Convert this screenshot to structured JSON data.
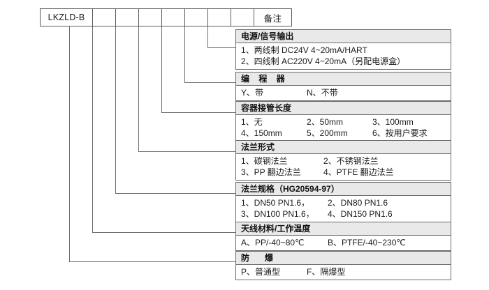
{
  "code_table": {
    "cells": [
      {
        "label": "LKZLD-B",
        "type": "model"
      },
      {
        "label": "",
        "type": "blank"
      },
      {
        "label": "",
        "type": "blank"
      },
      {
        "label": "",
        "type": "blank"
      },
      {
        "label": "",
        "type": "blank"
      },
      {
        "label": "",
        "type": "blank"
      },
      {
        "label": "",
        "type": "blank"
      },
      {
        "label": "",
        "type": "blank"
      },
      {
        "label": "备注",
        "type": "remark"
      }
    ]
  },
  "blocks": [
    {
      "title": "电源/信号输出",
      "spaced": false,
      "rows": [
        [
          "1、两线制  DC24V 4~20mA/HART"
        ],
        [
          "2、四线制 AC220V 4~20mA（另配电源盒）"
        ]
      ]
    },
    {
      "title": "编 程 器",
      "spaced": true,
      "rows": [
        [
          "Y、带",
          "N、不带"
        ]
      ]
    },
    {
      "title": "容器接管长度",
      "spaced": false,
      "rows": [
        [
          "1、无",
          "2、50mm",
          "3、100mm"
        ],
        [
          "4、150mm",
          "5、200mm",
          "6、按用户要求"
        ]
      ]
    },
    {
      "title": "法兰形式",
      "spaced": false,
      "rows": [
        [
          "1、碳钢法兰",
          "2、不锈钢法兰"
        ],
        [
          "3、PP 翻边法兰",
          "4、PTFE 翻边法兰"
        ]
      ]
    },
    {
      "title": "法兰规格（HG20594-97）",
      "spaced": false,
      "rows": [
        [
          "1、DN50 PN1.6，",
          "2、DN80 PN1.6"
        ],
        [
          "3、DN100 PN1.6，",
          "4、DN150 PN1.6"
        ]
      ]
    },
    {
      "title": "天线材料/工作温度",
      "spaced": false,
      "rows": [
        [
          "A、PP/-40~80℃",
          "B、PTFE/-40~230℃"
        ]
      ]
    },
    {
      "title": "防　爆",
      "spaced": true,
      "rows": [
        [
          "P、普通型",
          "F、隔爆型"
        ]
      ]
    }
  ],
  "colors": {
    "header_fill": "#e9e9e9",
    "border": "#6a6a6a",
    "line": "#6d6d6d",
    "text": "#1a1a1a"
  }
}
